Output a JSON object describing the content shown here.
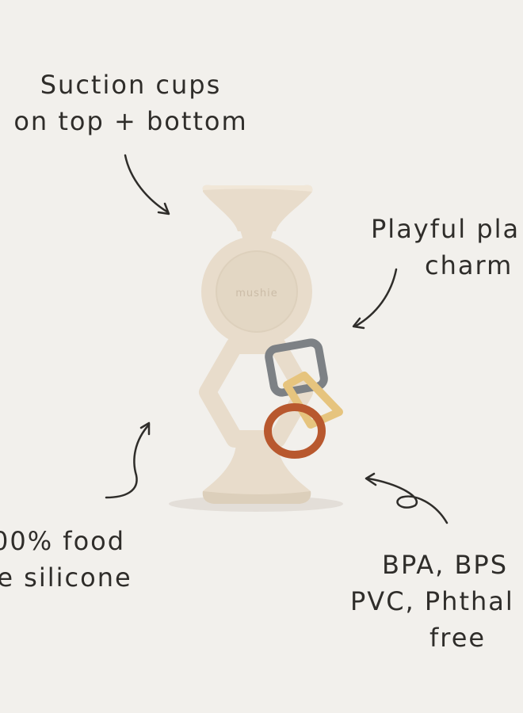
{
  "callouts": {
    "suction": {
      "line1": "Suction cups",
      "line2": "on top + bottom"
    },
    "playful": {
      "line1": "Playful pla",
      "line2": "charm"
    },
    "food": {
      "line1": "00% food",
      "line2": "de silicone"
    },
    "bpa": {
      "line1": "BPA, BPS",
      "line2": "PVC, Phthal",
      "line3": "free"
    }
  },
  "product": {
    "brand_mark": "mushie",
    "colors": {
      "silicone": "#e8dccb",
      "silicone_shade": "#d9cbb6",
      "charm_gray": "#7d8185",
      "charm_yellow": "#e6c47e",
      "charm_rust": "#b8582e"
    }
  }
}
